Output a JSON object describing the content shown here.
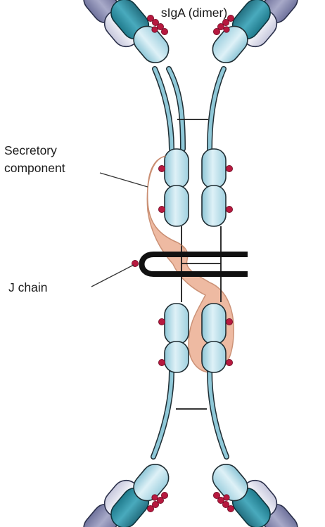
{
  "title": "sIgA (dimer)",
  "labels": {
    "secretory_component": [
      "Secretory",
      "component"
    ],
    "j_chain": "J chain"
  },
  "colors": {
    "background": "#ffffff",
    "heavy_chain_fill": "#b6dce8",
    "heavy_chain_dark": "#2c8c9f",
    "light_chain_fill": "#d7d8e7",
    "light_chain_dark": "#8486ad",
    "secretory_component": "#eeb79e",
    "glycan_dot": "#b7193f",
    "outline": "#1f2d33",
    "j_chain": "#111111"
  }
}
